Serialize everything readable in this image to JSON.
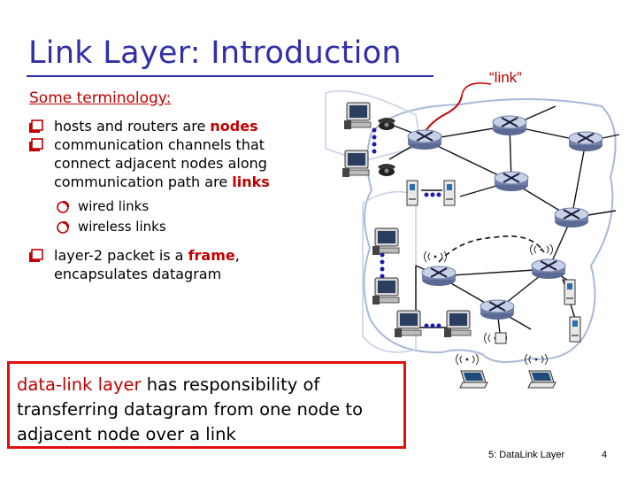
{
  "title": "Link Layer: Introduction",
  "subtitle": "Some terminology:",
  "bullets": {
    "b1": {
      "pre": "hosts and routers are ",
      "hl": "nodes",
      "post": ""
    },
    "b2": {
      "pre": "communication channels that\nconnect adjacent nodes along\ncommunication path are ",
      "hl": "links",
      "post": ""
    },
    "sub1": "wired links",
    "sub2": "wireless links",
    "b3": {
      "pre": "layer-2 packet is a ",
      "hl": "frame",
      "post": ",\nencapsulates datagram"
    }
  },
  "callout": {
    "lead": "data-link layer",
    "rest": " has responsibility of transferring datagram from one node to adjacent node over a link"
  },
  "link_label": "“link”",
  "footer": {
    "left": "5: DataLink Layer",
    "right": "4"
  },
  "colors": {
    "title": "#2f2fa8",
    "accent": "#c00000",
    "callout_border": "#e01010",
    "network_cloud": "#a8b8d8",
    "router": "#6f7fa8"
  },
  "icons": [
    "router-icon",
    "desktop-computer-icon",
    "telephone-icon",
    "server-icon",
    "laptop-icon",
    "wireless-waves-icon"
  ]
}
